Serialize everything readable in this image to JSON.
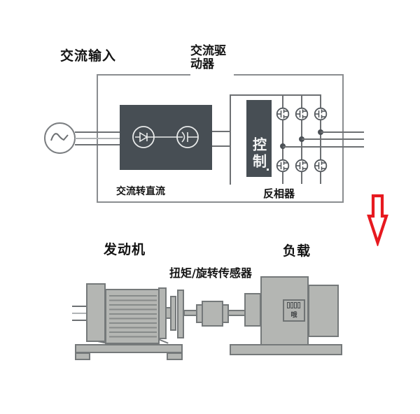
{
  "labels": {
    "ac_input": "交流输入",
    "ac_drive": "交流驱动器",
    "ac_to_dc": "交流转直流",
    "control": "控制",
    "inverter": "反相器",
    "engine": "发动机",
    "torque_sensor": "扭矩/旋转传感器",
    "load": "负载",
    "nameplate_glyph": "哦"
  },
  "colors": {
    "dark_block": "#474e54",
    "circuit_line": "#6d7073",
    "enclosure_border": "#8a8d90",
    "machine_fill": "#b4b6b3",
    "machine_outline": "#75797a",
    "arrow_red": "#e7191f",
    "symbol_white": "#e8eaea",
    "text": "#141414"
  }
}
